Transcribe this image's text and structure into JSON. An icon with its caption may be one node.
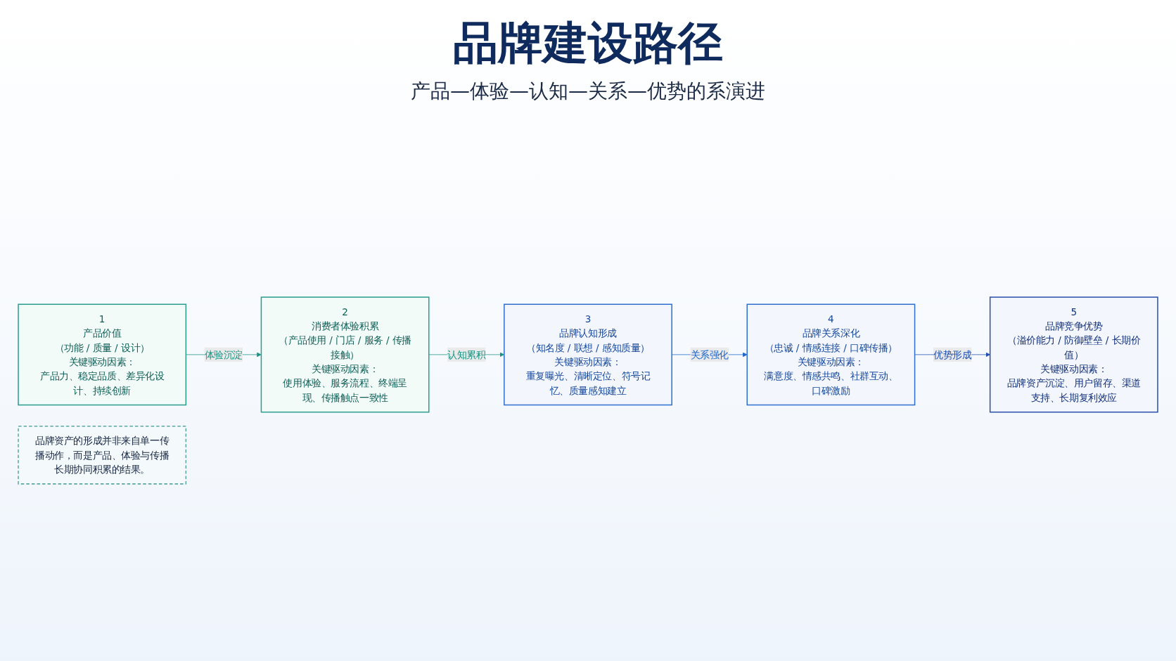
{
  "diagram": {
    "title": "品牌建设路径",
    "nodes": [
      {
        "text": [
          "1",
          "产品价值",
          "（功能 / 质量 / 设计）",
          "关键驱动因素：",
          "产品力、稳定品质、差异化设计、持续创新"
        ]
      },
      {
        "text": [
          "2",
          "消费者体验积累",
          "（产品使用 / 门店 / 服务 / 传播接触）",
          "关键驱动因素：",
          "使用体验、服务流程、终端呈现、传播触点一致性"
        ]
      },
      {
        "text": [
          "3",
          "品牌认知形成",
          "（知名度 / 联想 / 感知质量）",
          "关键驱动因素：",
          "重复曝光、清晰定位、符号记忆、质量感知建立"
        ]
      },
      {
        "text": [
          "4",
          "品牌关系深化",
          "（忠诚 / 情感连接 / 口碑传播）",
          "关键驱动因素：",
          "满意度、情感共鸣、社群互动、口碑激励"
        ]
      },
      {
        "text": [
          "5",
          "品牌竞争优势",
          "（溢价能力 / 防御壁垒 / 长期价值）",
          "关键驱动因素：",
          "品牌资产沉淀、用户留存、渠道支持、长期复利效应"
        ]
      },
      {
        "text": [
          "品牌资产的形成并非来自单一传播动作，而是产品、体验与传播长期协同积累的结果。"
        ]
      }
    ],
    "edges": [
      {
        "from": 0,
        "to": 1,
        "arrow": "to",
        "label": "体验沉淀",
        "color": "#1a9383"
      },
      {
        "from": 1,
        "to": 2,
        "arrow": "to",
        "label": "认知累积",
        "color": "#1a9383"
      },
      {
        "from": 2,
        "to": 3,
        "arrow": "to",
        "label": "关系强化",
        "color": "#1f66c8"
      },
      {
        "from": 3,
        "to": 4,
        "arrow": "to",
        "label": "优势形成",
        "color": "#1f4fb0"
      }
    ],
    "labels": [
      "产品—体验—认知—关系—优势的系演进"
    ]
  }
}
